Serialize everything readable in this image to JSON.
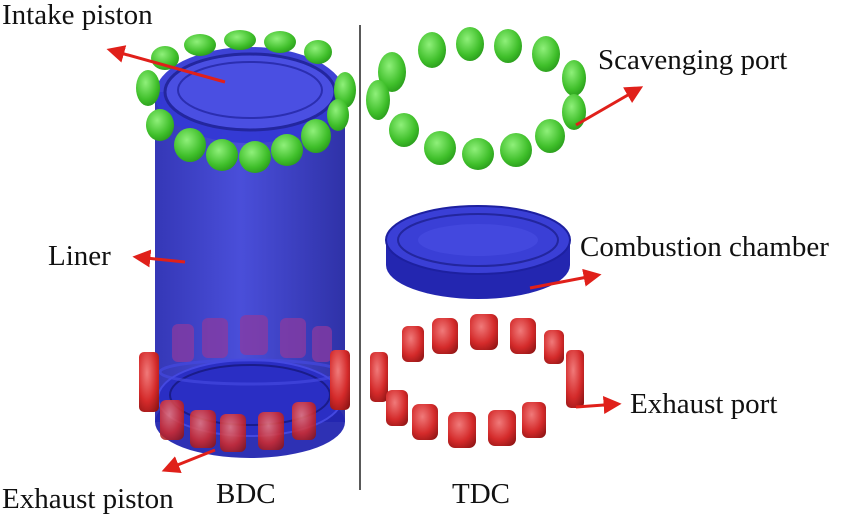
{
  "labels": {
    "intake_piston": "Intake piston",
    "liner": "Liner",
    "exhaust_piston": "Exhaust piston",
    "bdc": "BDC",
    "tdc": "TDC",
    "scavenging_port": "Scavenging port",
    "combustion_chamber": "Combustion chamber",
    "exhaust_port": "Exhaust port"
  },
  "colors": {
    "liner_blue": "#2a2ec4",
    "scavenging_green": "#3fbf2a",
    "exhaust_red": "#d42a2a",
    "arrow_red": "#e0201a",
    "divider": "#222222"
  }
}
